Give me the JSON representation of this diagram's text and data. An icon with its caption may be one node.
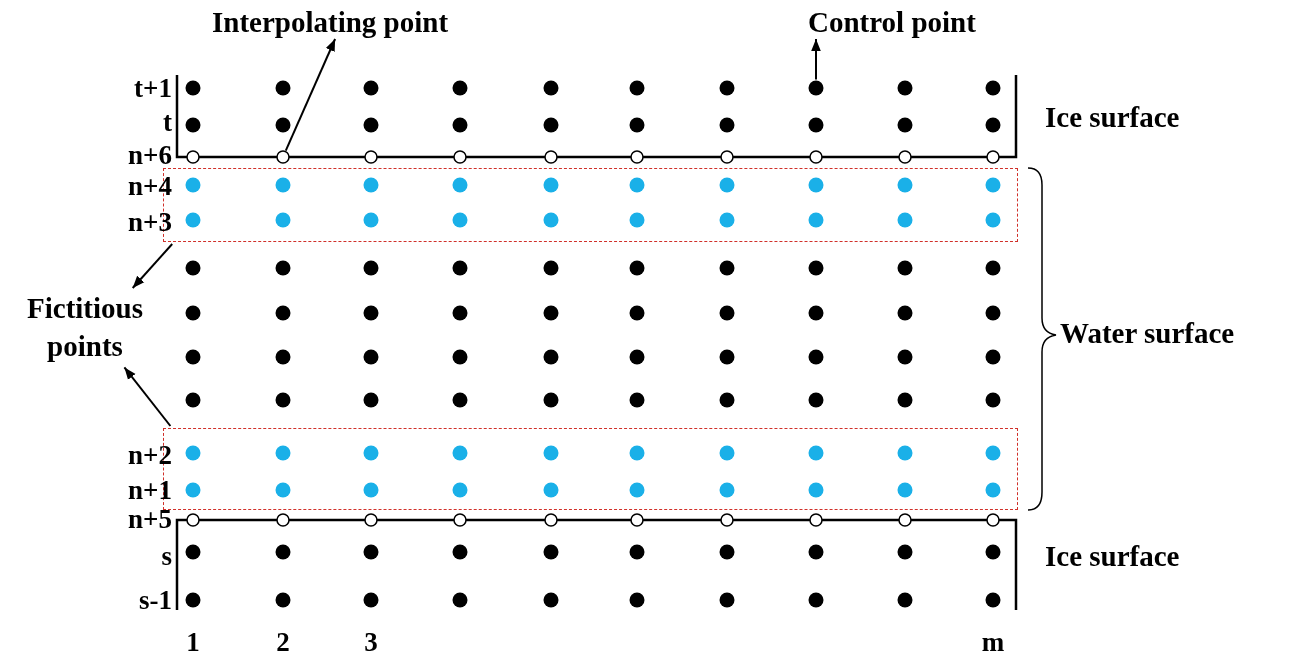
{
  "diagram": {
    "nodes": [
      {
        "text": [
          "Interpolating point"
        ]
      },
      {
        "text": [
          "Control point"
        ]
      },
      {
        "text": [],
        "shape": "circle"
      },
      {
        "text": [],
        "shape": "circle"
      },
      {
        "text": [],
        "shape": "box"
      },
      {
        "text": [
          "Fictitious points"
        ]
      },
      {
        "text": [],
        "shape": "box"
      }
    ],
    "edges": [
      {
        "from": 3,
        "to": 0,
        "arrow": "to"
      },
      {
        "from": 2,
        "to": 1,
        "arrow": "to"
      },
      {
        "from": 4,
        "to": 5,
        "arrow": "to"
      },
      {
        "from": 6,
        "to": 5,
        "arrow": "to"
      }
    ],
    "labels": [
      "t+1",
      "t",
      "Ice surface",
      "n+6",
      "n+4",
      "n+3",
      "Water surface",
      "n+2",
      "n+1",
      "n+5",
      "s",
      "Ice surface",
      "s-1",
      "1",
      "2",
      "3",
      "m"
    ]
  }
}
